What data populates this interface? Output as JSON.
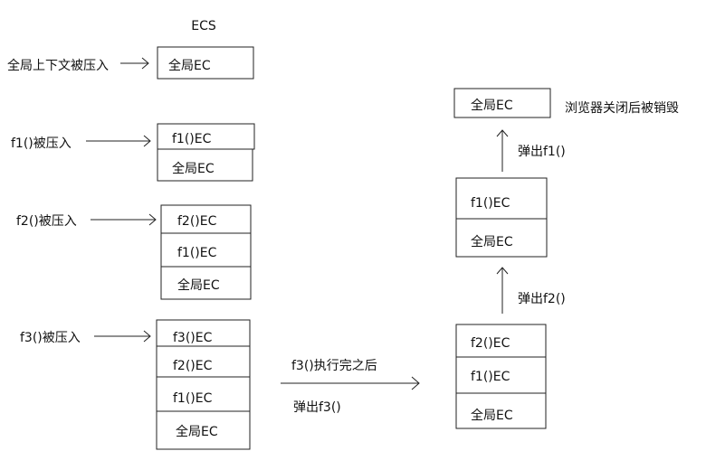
{
  "title": "ECS",
  "stages": [
    {
      "caption": "全局上下文被压入",
      "frames": [
        "全局EC"
      ]
    },
    {
      "caption": "f1()被压入",
      "frames": [
        "f1()EC",
        "全局EC"
      ]
    },
    {
      "caption": "f2()被压入",
      "frames": [
        "f2()EC",
        "f1()EC",
        "全局EC"
      ]
    },
    {
      "caption": "f3()被压入",
      "frames": [
        "f3()EC",
        "f2()EC",
        "f1()EC",
        "全局EC"
      ]
    }
  ],
  "transition": {
    "label_top": "f3()执行完之后",
    "label_bottom": "弹出f3()"
  },
  "right_stacks": [
    {
      "frames": [
        "f2()EC",
        "f1()EC",
        "全局EC"
      ]
    },
    {
      "frames": [
        "f1()EC",
        "全局EC"
      ]
    },
    {
      "frames": [
        "全局EC"
      ],
      "note": "浏览器关闭后被销毁"
    }
  ],
  "pop_labels": [
    "弹出f2()",
    "弹出f1()"
  ]
}
